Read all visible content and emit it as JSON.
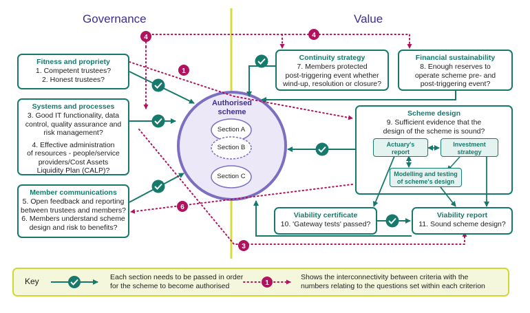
{
  "headings": {
    "governance": "Governance",
    "value": "Value"
  },
  "centre": {
    "title_line1": "Authorised",
    "title_line2": "scheme",
    "section_a": "Section A",
    "section_b": "Section B",
    "section_c": "Section C"
  },
  "fitness": {
    "title": "Fitness and propriety",
    "q1": "1. Competent trustees?",
    "q2": "2. Honest trustees?"
  },
  "systems": {
    "title": "Systems and processes",
    "q3_l1": "3. Good IT functionality, data",
    "q3_l2": "control, quality assurance and",
    "q3_l3": "risk management?",
    "q4_l1": "4. Effective administration",
    "q4_l2": "of resources - people/service",
    "q4_l3": "providers/Cost Assets",
    "q4_l4": "Liquidity Plan (CALP)?"
  },
  "member": {
    "title": "Member communications",
    "q5_l1": "5. Open feedback and reporting",
    "q5_l2": "between trustees and members?",
    "q6_l1": "6. Members understand scheme",
    "q6_l2": "design and risk to benefits?"
  },
  "continuity": {
    "title": "Continuity strategy",
    "l1": "7. Members protected",
    "l2": "post-triggering event whether",
    "l3": "wind-up, resolution or closure?"
  },
  "financial": {
    "title": "Financial sustainability",
    "l1": "8. Enough reserves to",
    "l2": "operate scheme pre- and",
    "l3": "post-triggering event?"
  },
  "design": {
    "title": "Scheme design",
    "l1": "9. Sufficient evidence that the",
    "l2": "design of the scheme is sound?",
    "actuary_l1": "Actuary's",
    "actuary_l2": "report",
    "investment_l1": "Investment",
    "investment_l2": "strategy",
    "modelling_l1": "Modelling and testing",
    "modelling_l2": "of scheme's design"
  },
  "viability_cert": {
    "title": "Viability certificate",
    "text": "10. 'Gateway tests' passed?"
  },
  "viability_report": {
    "title": "Viability report",
    "text": "11. Sound scheme design?"
  },
  "badges": {
    "b1": "1",
    "b3": "3",
    "b4a": "4",
    "b4b": "4",
    "b6": "6"
  },
  "key": {
    "label": "Key",
    "tick_l1": "Each section needs to be passed in order",
    "tick_l2": "for the scheme to become authorised",
    "badge": "1",
    "dot_l1": "Shows the interconnectivity between criteria with the",
    "dot_l2": "numbers relating to the questions set within each criterion"
  },
  "colors": {
    "teal": "#16796b",
    "purple": "#3d2f8a",
    "magenta": "#b1125e",
    "divider": "#d6dc3c",
    "circle_fill": "#ece8f7"
  }
}
